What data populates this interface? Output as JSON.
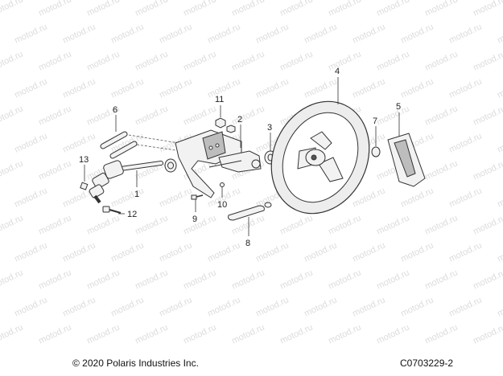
{
  "footer": {
    "copyright": "© 2020 Polaris Industries Inc.",
    "figure_id": "C0703229-2"
  },
  "watermark": {
    "text": "motod.ru"
  },
  "callouts": [
    "1",
    "2",
    "3",
    "4",
    "5",
    "6",
    "7",
    "8",
    "9",
    "10",
    "11",
    "12",
    "13"
  ],
  "colors": {
    "line": "#333333",
    "watermark": "#dcdcdc",
    "background": "#ffffff"
  }
}
